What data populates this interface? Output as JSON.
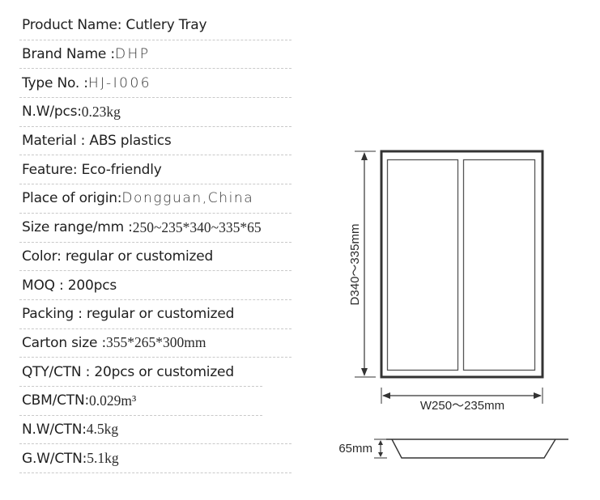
{
  "specs": [
    {
      "label": "Product Name: Cutlery Tray",
      "value": ""
    },
    {
      "label": "Brand Name : ",
      "value": "DHP"
    },
    {
      "label": "Type No. : ",
      "value": "HJ-I006"
    },
    {
      "label": "N.W/pcs: ",
      "value": "0.23kg"
    },
    {
      "label": "Material : ABS plastics",
      "value": ""
    },
    {
      "label": "Feature: Eco-friendly",
      "value": ""
    },
    {
      "label": "Place of origin: ",
      "value": "Dongguan,China"
    },
    {
      "label": "Size range/mm :",
      "value": "250~235*340~335*65"
    },
    {
      "label": "Color: regular or customized",
      "value": ""
    },
    {
      "label": "MOQ : 200pcs",
      "value": ""
    },
    {
      "label": "Packing : regular or customized",
      "value": ""
    },
    {
      "label": "Carton size : ",
      "value": "355*265*300mm"
    },
    {
      "label": "QTY/CTN : 20pcs or customized",
      "value": ""
    },
    {
      "label": "CBM/CTN: ",
      "value": "0.029m³"
    },
    {
      "label": "N.W/CTN: ",
      "value": "4.5kg"
    },
    {
      "label": "G.W/CTN: ",
      "value": "5.1kg"
    }
  ],
  "drawing": {
    "depth_label": "D340～335mm",
    "width_label": "W250～235mm",
    "height_label": "65mm"
  }
}
